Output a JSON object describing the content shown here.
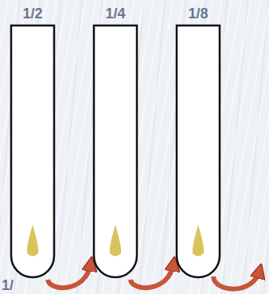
{
  "diagram": {
    "nodes": [
      {
        "text": [
          "1/2"
        ]
      },
      {
        "text": [
          "1/4"
        ]
      },
      {
        "text": [
          "1/8"
        ]
      }
    ],
    "edges": [
      {
        "from": 0,
        "to": 1,
        "arrow": "to"
      },
      {
        "from": 1,
        "to": 2,
        "arrow": "to"
      }
    ],
    "labels": [
      "1/"
    ]
  }
}
